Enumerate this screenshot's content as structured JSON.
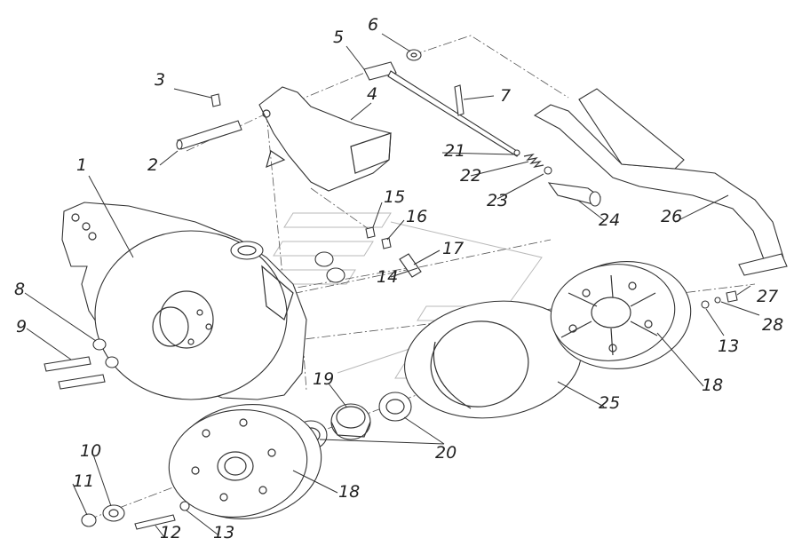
{
  "labels": [
    "1",
    "2",
    "3",
    "4",
    "5",
    "6",
    "7",
    "8",
    "9",
    "10",
    "11",
    "12",
    "13",
    "13",
    "14",
    "15",
    "16",
    "17",
    "18",
    "18",
    "19",
    "20",
    "21",
    "22",
    "23",
    "24",
    "25",
    "26",
    "27",
    "28"
  ]
}
